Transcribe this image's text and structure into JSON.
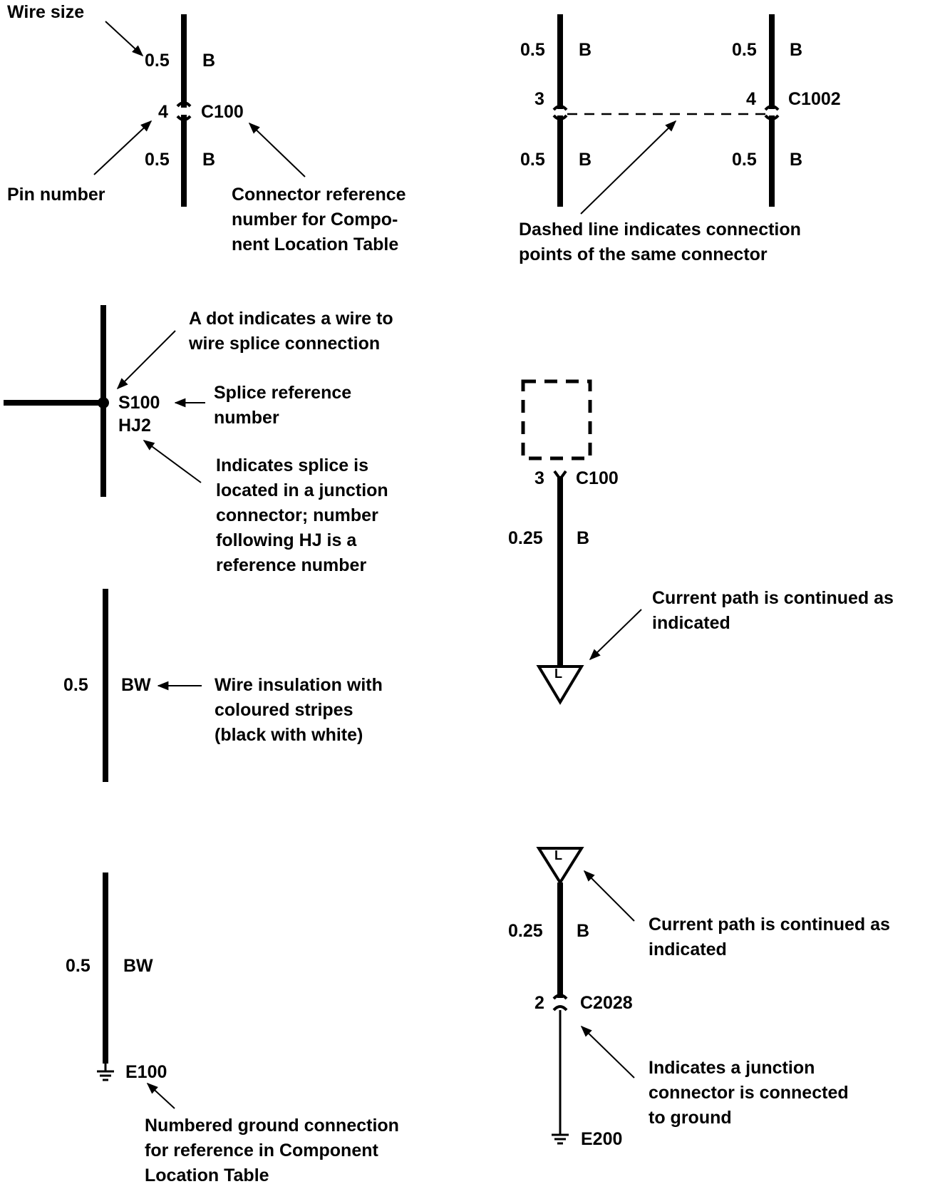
{
  "colors": {
    "ink": "#000000",
    "background": "#ffffff"
  },
  "connector_example": {
    "wire_size_callout": "Wire size",
    "size_top": "0.5",
    "color_top": "B",
    "pin": "4",
    "connector": "C100",
    "size_bottom": "0.5",
    "color_bottom": "B",
    "pin_number_callout": "Pin number",
    "connector_callout": [
      "Connector reference",
      "number for Compo-",
      "nent Location Table"
    ]
  },
  "same_connector_example": {
    "left_size_top": "0.5",
    "left_color_top": "B",
    "left_pin": "3",
    "left_size_bottom": "0.5",
    "left_color_bottom": "B",
    "right_size_top": "0.5",
    "right_color_top": "B",
    "right_pin": "4",
    "right_connector": "C1002",
    "right_size_bottom": "0.5",
    "right_color_bottom": "B",
    "dashed_callout": [
      "Dashed line indicates connection",
      "points of the same connector"
    ]
  },
  "splice_example": {
    "dot_callout": [
      "A dot indicates a wire to",
      "wire splice connection"
    ],
    "splice": "S100",
    "junction": "HJ2",
    "splice_ref_callout": [
      "Splice reference",
      "number"
    ],
    "junction_callout": [
      "Indicates splice is",
      "located in a junction",
      "connector; number",
      "following HJ is a",
      "reference number"
    ]
  },
  "stripe_example": {
    "size": "0.5",
    "color": "BW",
    "callout": [
      "Wire insulation with",
      "coloured stripes",
      "(black with white)"
    ]
  },
  "ground_example": {
    "size": "0.5",
    "color": "BW",
    "ground": "E100",
    "callout": [
      "Numbered ground connection",
      "for reference in Component",
      "Location Table"
    ]
  },
  "continued_out_example": {
    "pin": "3",
    "connector": "C100",
    "size": "0.25",
    "color": "B",
    "flag_letter": "L",
    "callout": [
      "Current path is continued as",
      "indicated"
    ]
  },
  "continued_in_example": {
    "flag_letter": "L",
    "size": "0.25",
    "color": "B",
    "callout": [
      "Current path is continued as",
      "indicated"
    ],
    "pin": "2",
    "connector": "C2028",
    "junction_callout": [
      "Indicates a junction",
      "connector is connected",
      "to ground"
    ],
    "ground": "E200"
  }
}
